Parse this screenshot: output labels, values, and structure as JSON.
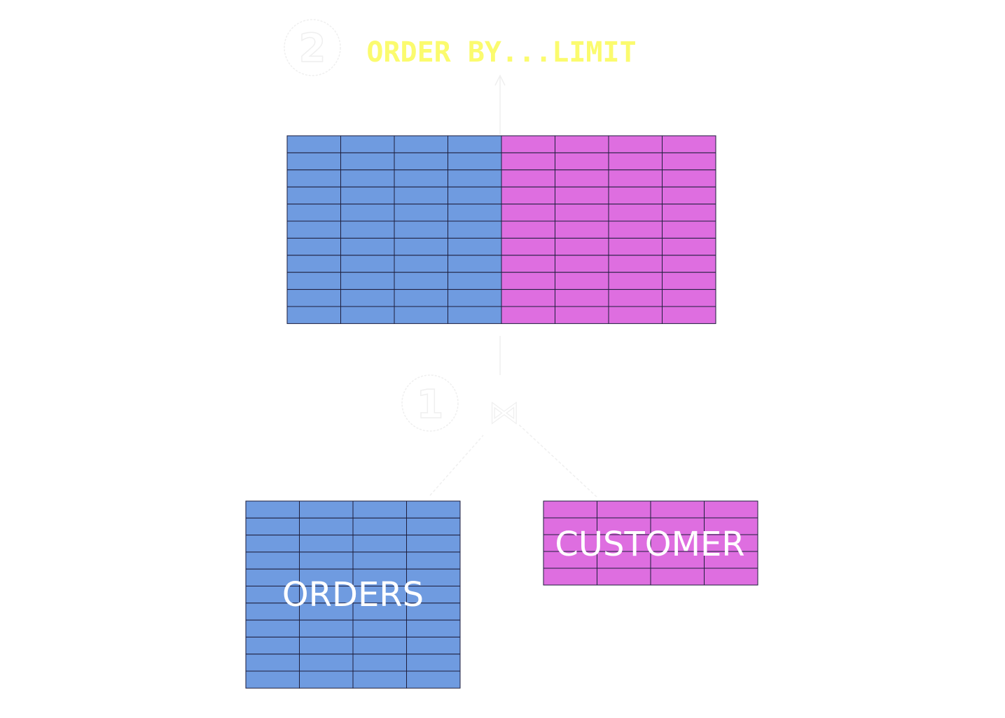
{
  "operation_label": "ORDER BY...LIMIT",
  "steps": [
    "2",
    "1"
  ],
  "join_symbol": "⋈",
  "tables": {
    "orders": {
      "label": "ORDERS",
      "rows": 11,
      "cols": 4,
      "color": "#6f9be0"
    },
    "customer": {
      "label": "CUSTOMER",
      "rows": 5,
      "cols": 4,
      "color": "#de6ee0"
    },
    "joined": {
      "label": "",
      "rows": 11,
      "left_cols": 4,
      "right_cols": 4
    }
  },
  "colors": {
    "orders": "#6f9be0",
    "customer": "#de6ee0",
    "grid_line": "#1e1e3c",
    "op_label": "#fbfb6e",
    "connector": "#efefef",
    "background": "#ffffff"
  }
}
